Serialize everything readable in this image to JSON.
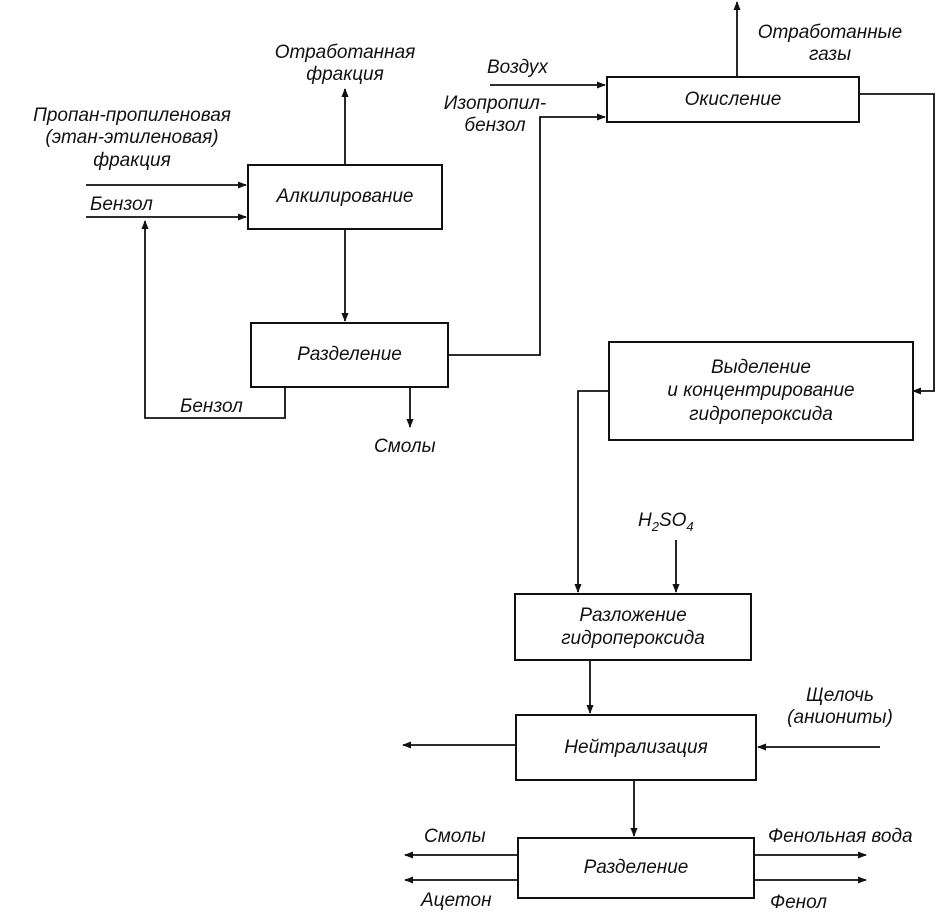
{
  "colors": {
    "line": "#111111",
    "background": "#ffffff"
  },
  "boxes": {
    "alkylation": "Алкилирование",
    "separation1": "Разделение",
    "oxidation": "Окисление",
    "isolation": "Выделение\nи концентрирование\nгидропероксида",
    "decomposition": "Разложение\nгидропероксида",
    "neutralization": "Нейтрализация",
    "separation2": "Разделение"
  },
  "labels": {
    "waste_fraction": "Отработанная\nфракция",
    "propane_fraction": "Пропан-пропиленовая\n(этан-этиленовая)\nфракция",
    "benzene_in": "Бензол",
    "benzene_recycle": "Бензол",
    "resins1": "Смолы",
    "air": "Воздух",
    "isopropylbenzene": "Изопропил-\nбензол",
    "waste_gases": "Отработанные\nгазы",
    "h2so4_h": "H",
    "h2so4_2": "2",
    "h2so4_so": "SO",
    "h2so4_4": "4",
    "alkali": "Щелочь\n(аниониты)",
    "resins2": "Смолы",
    "acetone": "Ацетон",
    "phenol_water": "Фенольная вода",
    "phenol": "Фенол"
  }
}
